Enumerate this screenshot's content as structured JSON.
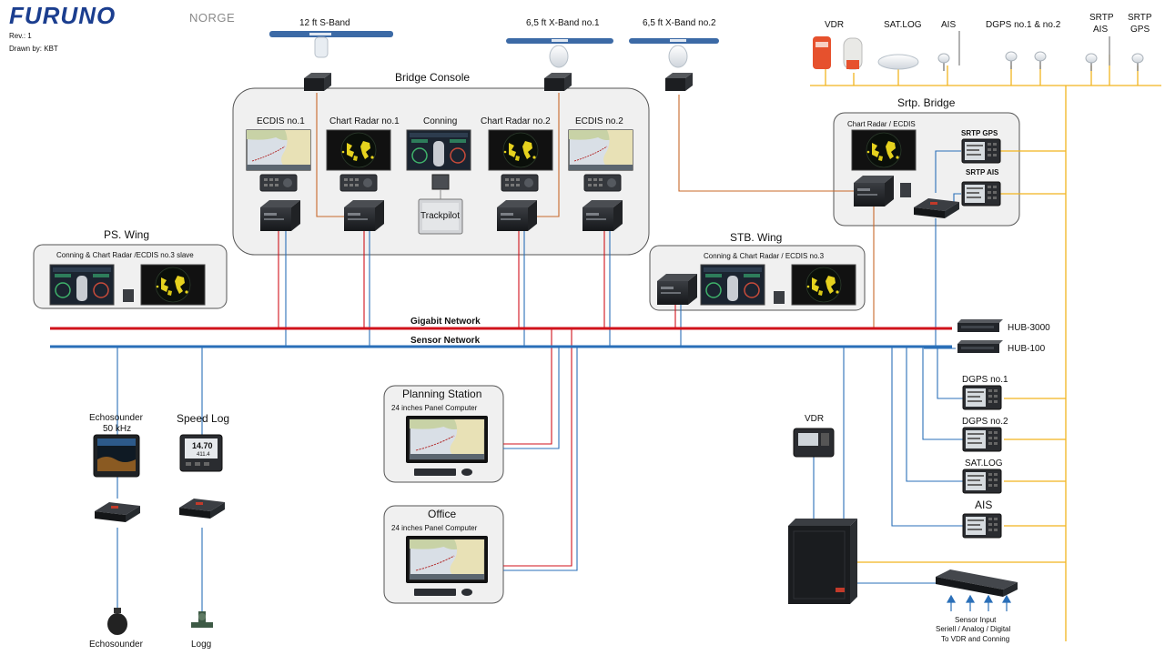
{
  "header": {
    "brand": "FURUNO",
    "brand_suffix": "NORGE",
    "revision": "Rev.: 1",
    "drawn_by": "Drawn by: KBT"
  },
  "antennas": {
    "s_band": "12 ft S-Band",
    "x_band_1": "6,5 ft X-Band no.1",
    "x_band_2": "6,5 ft X-Band no.2"
  },
  "sensors_top": {
    "vdr": "VDR",
    "sat_log": "SAT.LOG",
    "ais": "AIS",
    "dgps": "DGPS no.1 & no.2",
    "srtp_ais_line1": "SRTP",
    "srtp_ais_line2": "AIS",
    "srtp_gps_line1": "SRTP",
    "srtp_gps_line2": "GPS"
  },
  "bridge_console": {
    "title": "Bridge Console",
    "stations": {
      "ecdis1": "ECDIS no.1",
      "radar1": "Chart Radar no.1",
      "conning": "Conning",
      "radar2": "Chart Radar no.2",
      "ecdis2": "ECDIS no.2"
    },
    "trackpilot": "Trackpilot"
  },
  "srtp_bridge": {
    "title": "Srtp. Bridge",
    "station": "Chart Radar / ECDIS",
    "gps": "SRTP GPS",
    "ais": "SRTP AIS"
  },
  "ps_wing": {
    "title": "PS. Wing",
    "station": "Conning & Chart Radar /ECDIS no.3 slave"
  },
  "stb_wing": {
    "title": "STB. Wing",
    "station": "Conning & Chart Radar / ECDIS no.3"
  },
  "networks": {
    "gigabit": "Gigabit Network",
    "sensor": "Sensor Network",
    "hub3000": "HUB-3000",
    "hub100": "HUB-100"
  },
  "right_column": {
    "dgps1": "DGPS no.1",
    "dgps2": "DGPS no.2",
    "satlog": "SAT.LOG",
    "ais": "AIS"
  },
  "lower": {
    "echosounder_line1": "Echosounder",
    "echosounder_line2": "50 kHz",
    "speedlog": "Speed Log",
    "speedlog_reading1": "14.70",
    "speedlog_reading2": "411.4",
    "echosounder_bottom": "Echosounder",
    "logg": "Logg",
    "planning_title": "Planning Station",
    "planning_sub": "24 inches Panel Computer",
    "office_title": "Office",
    "office_sub": "24 inches Panel Computer",
    "vdr": "VDR",
    "sensor_input_1": "Sensor Input",
    "sensor_input_2": "Seriell  / Analog  / Digital",
    "sensor_input_3": "To VDR and Conning"
  },
  "colors": {
    "gigabit": "#d0121b",
    "sensor": "#2a6fb8",
    "serial_yellow": "#f2b51f",
    "orange_link": "#c8682a",
    "brand": "#1b3e8f"
  }
}
